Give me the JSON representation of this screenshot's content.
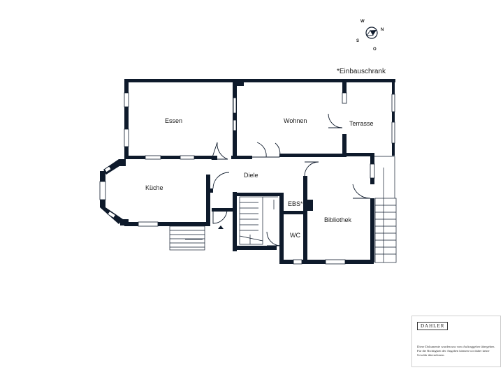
{
  "legend": {
    "builtin_cabinet": "*Einbauschrank"
  },
  "compass": {
    "west": "W",
    "north": "N",
    "south": "S",
    "east": "O"
  },
  "rooms": {
    "essen": "Essen",
    "wohnen": "Wohnen",
    "terrasse": "Terrasse",
    "kueche": "Küche",
    "diele": "Diele",
    "ebs": "EBS*",
    "wc": "WC",
    "bibliothek": "Bibliothek"
  },
  "badge": {
    "brand": "DAHLER",
    "disclaimer": "Diese Dokumente wurden uns vom Auftraggeber übergeben. Für die Richtigkeit der Angaben können wir daher keine Gewähr übernehmen."
  },
  "colors": {
    "wall": "#0e1a2b",
    "background": "#ffffff"
  }
}
